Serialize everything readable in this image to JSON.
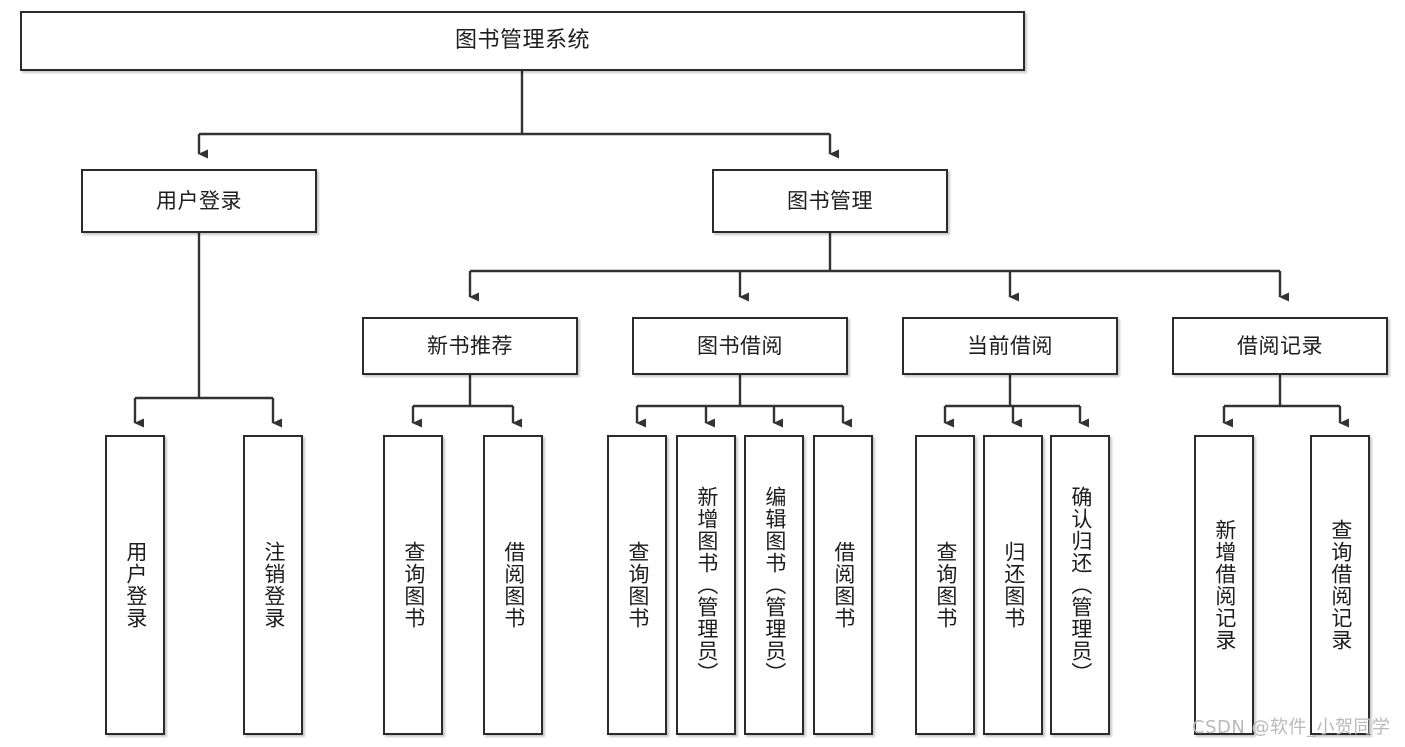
{
  "diagram": {
    "type": "hierarchy-tree",
    "title": "图书管理系统",
    "nodes": {
      "root": {
        "label": "图书管理系统"
      },
      "level2": [
        {
          "id": "user-login",
          "label": "用户登录"
        },
        {
          "id": "book-management",
          "label": "图书管理"
        }
      ],
      "level3": [
        {
          "id": "new-book-recommend",
          "label": "新书推荐"
        },
        {
          "id": "book-borrow",
          "label": "图书借阅"
        },
        {
          "id": "current-borrow",
          "label": "当前借阅"
        },
        {
          "id": "borrow-record",
          "label": "借阅记录"
        }
      ],
      "leaves": {
        "user_login": [
          {
            "id": "leaf-user-login",
            "label": "用户登录"
          },
          {
            "id": "leaf-logout-login",
            "label": "注销登录"
          }
        ],
        "new_book_recommend": [
          {
            "id": "leaf-query-book-1",
            "label": "查询图书"
          },
          {
            "id": "leaf-borrow-book-1",
            "label": "借阅图书"
          }
        ],
        "book_borrow": [
          {
            "id": "leaf-query-book-2",
            "label": "查询图书"
          },
          {
            "id": "leaf-add-book",
            "label": "新增图书（管理员）"
          },
          {
            "id": "leaf-edit-book",
            "label": "编辑图书（管理员）"
          },
          {
            "id": "leaf-borrow-book-2",
            "label": "借阅图书"
          }
        ],
        "current_borrow": [
          {
            "id": "leaf-query-book-3",
            "label": "查询图书"
          },
          {
            "id": "leaf-return-book",
            "label": "归还图书"
          },
          {
            "id": "leaf-confirm-return",
            "label": "确认归还（管理员）"
          }
        ],
        "borrow_record": [
          {
            "id": "leaf-add-record",
            "label": "新增借阅记录"
          },
          {
            "id": "leaf-query-record",
            "label": "查询借阅记录"
          }
        ]
      }
    },
    "colors": {
      "border": "#2b2b2b",
      "text": "#1d1d1d",
      "background": "#ffffff",
      "connector": "#333333",
      "watermark": "#b9b9b9"
    }
  },
  "watermark": {
    "text": "CSDN @软件_小贺同学"
  }
}
